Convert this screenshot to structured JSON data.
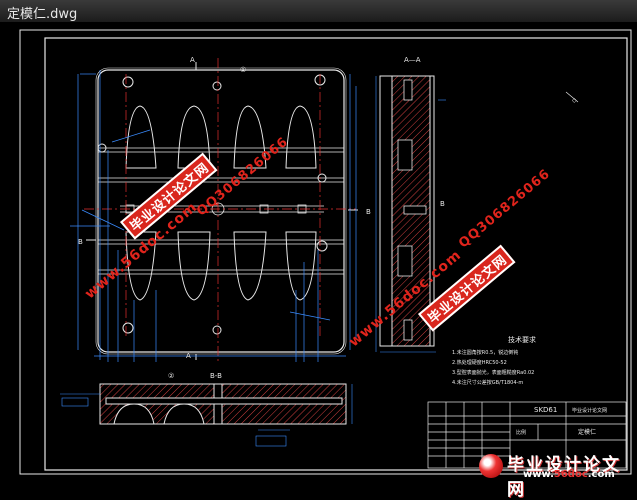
{
  "window": {
    "title": "定模仁.dwg"
  },
  "drawing": {
    "section_labels": {
      "aa_top": "A—A",
      "bb_bottom": "B-B",
      "a_top": "A",
      "a_bottom": "A",
      "b_right": "B",
      "b_left": "B",
      "b_right2": "B"
    },
    "circled_marks": [
      "①",
      "②"
    ],
    "tech_req_title": "技术要求",
    "tech_req_lines": [
      "1.未注圆角按R0.5，锐边倒钝",
      "2.热处理硬度HRC50-52",
      "3.型腔表面抛光，表面粗糙度Ra0.02",
      "4.未注尺寸公差按GB/T1804-m"
    ],
    "title_block": {
      "main_title": "定模仁",
      "material": "SKD61",
      "school": "毕业设计论文网",
      "scale": "比例"
    }
  },
  "watermarks": [
    "毕业设计论文网",
    "www.56doc.com",
    "QQ306826066",
    "毕业设计论文网",
    "www.56doc.com",
    "QQ306826066"
  ],
  "logo": {
    "text": "毕业设计论文网",
    "url_prefix": "www.",
    "url_brand": "56doc",
    "url_suffix": ".com"
  }
}
